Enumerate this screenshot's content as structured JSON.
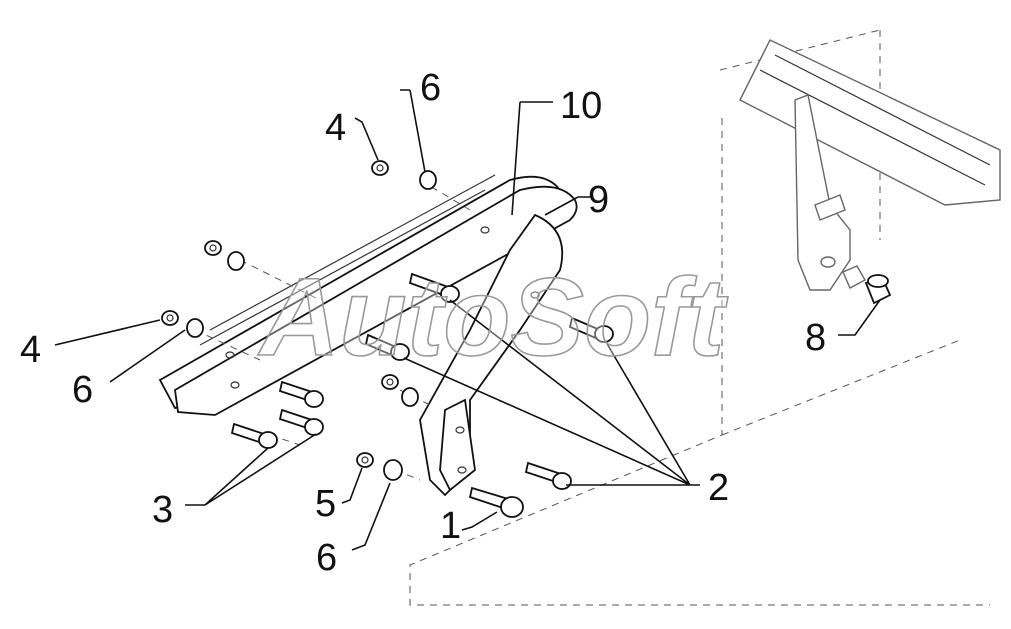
{
  "watermark": "AutoSoft",
  "callouts": {
    "c1": "1",
    "c2": "2",
    "c3": "3",
    "c4a": "4",
    "c4b": "4",
    "c5": "5",
    "c6a": "6",
    "c6b": "6",
    "c6c": "6",
    "c8": "8",
    "c9": "9",
    "c10": "10"
  },
  "colors": {
    "line": "#111111",
    "watermark_stroke": "#9a9a9a",
    "background": "#ffffff"
  }
}
